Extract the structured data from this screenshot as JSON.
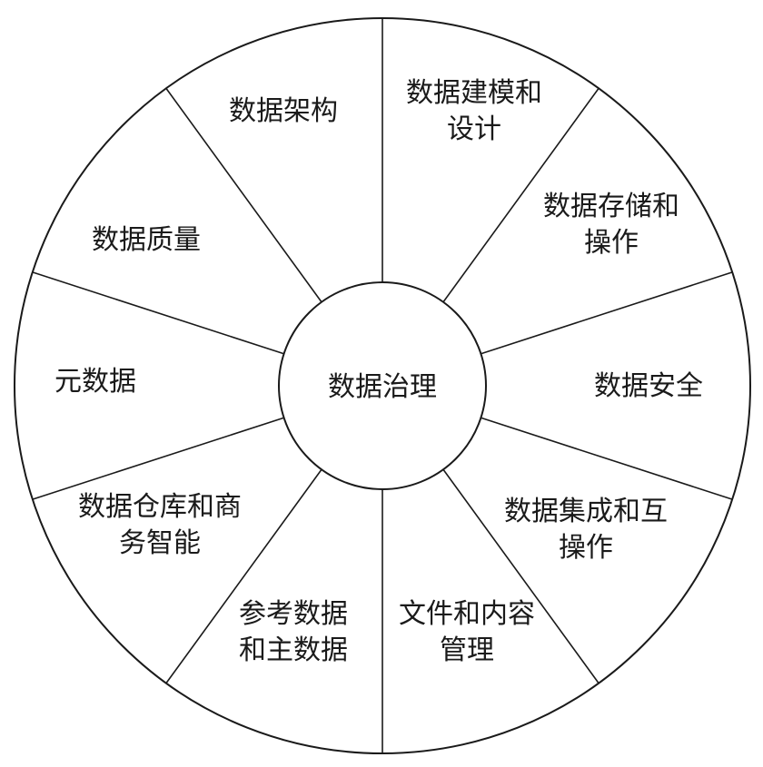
{
  "diagram": {
    "center_label": "数据治理",
    "segments": [
      {
        "lines": [
          "数据架构"
        ]
      },
      {
        "lines": [
          "数据建模和",
          "设计"
        ]
      },
      {
        "lines": [
          "数据存储和",
          "操作"
        ]
      },
      {
        "lines": [
          "数据安全"
        ]
      },
      {
        "lines": [
          "数据集成和互",
          "操作"
        ]
      },
      {
        "lines": [
          "文件和内容",
          "管理"
        ]
      },
      {
        "lines": [
          "参考数据",
          "和主数据"
        ]
      },
      {
        "lines": [
          "数据仓库和商",
          "务智能"
        ]
      },
      {
        "lines": [
          "元数据"
        ]
      },
      {
        "lines": [
          "数据质量"
        ]
      }
    ],
    "colors": {
      "stroke": "#1a1a1a",
      "fill": "#ffffff",
      "text": "#1a1a1a"
    }
  }
}
